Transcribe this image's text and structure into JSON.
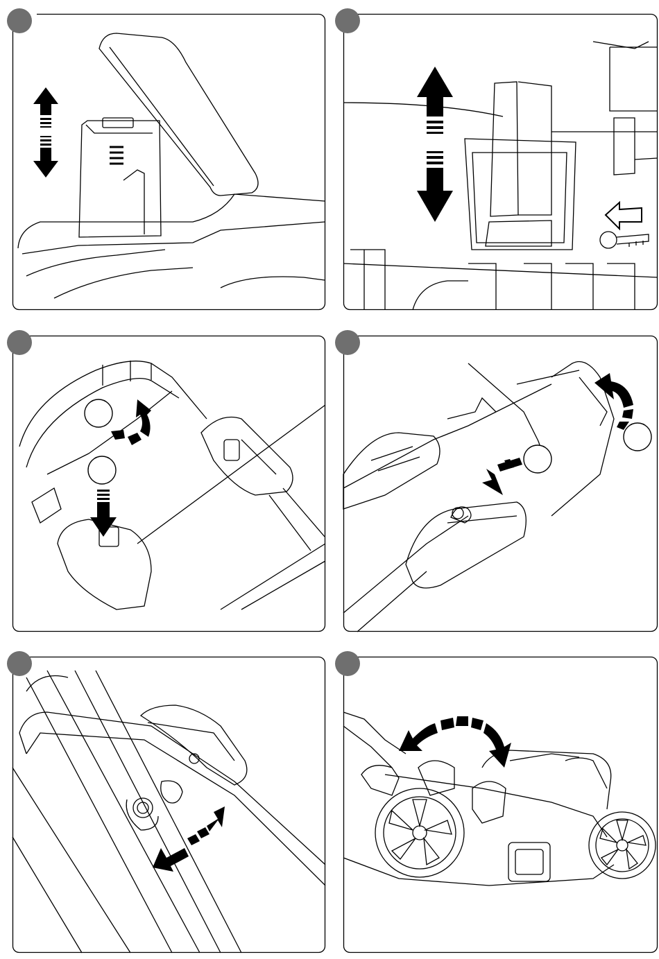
{
  "page": {
    "background": "#ffffff",
    "line_color": "#000000",
    "badge_color": "#6f6f6f"
  },
  "panels": [
    {
      "id": "battery-insert",
      "icons": [
        "battery-icon",
        "double-vertical-arrow-icon"
      ]
    },
    {
      "id": "safety-key",
      "icons": [
        "safety-key-icon",
        "left-arrow-icon",
        "double-vertical-arrow-icon"
      ]
    },
    {
      "id": "handle-fold",
      "icons": [
        "curved-arrow-icon",
        "down-arrow-icon",
        "step-circle-icon"
      ]
    },
    {
      "id": "handle-lock",
      "icons": [
        "curved-arrow-icon",
        "diagonal-arrow-icon",
        "step-circle-icon"
      ]
    },
    {
      "id": "handle-adjust",
      "icons": [
        "knob-icon",
        "diagonal-double-arrow-icon"
      ]
    },
    {
      "id": "height-adjust",
      "icons": [
        "mower-icon",
        "curved-double-arrow-icon"
      ]
    }
  ]
}
